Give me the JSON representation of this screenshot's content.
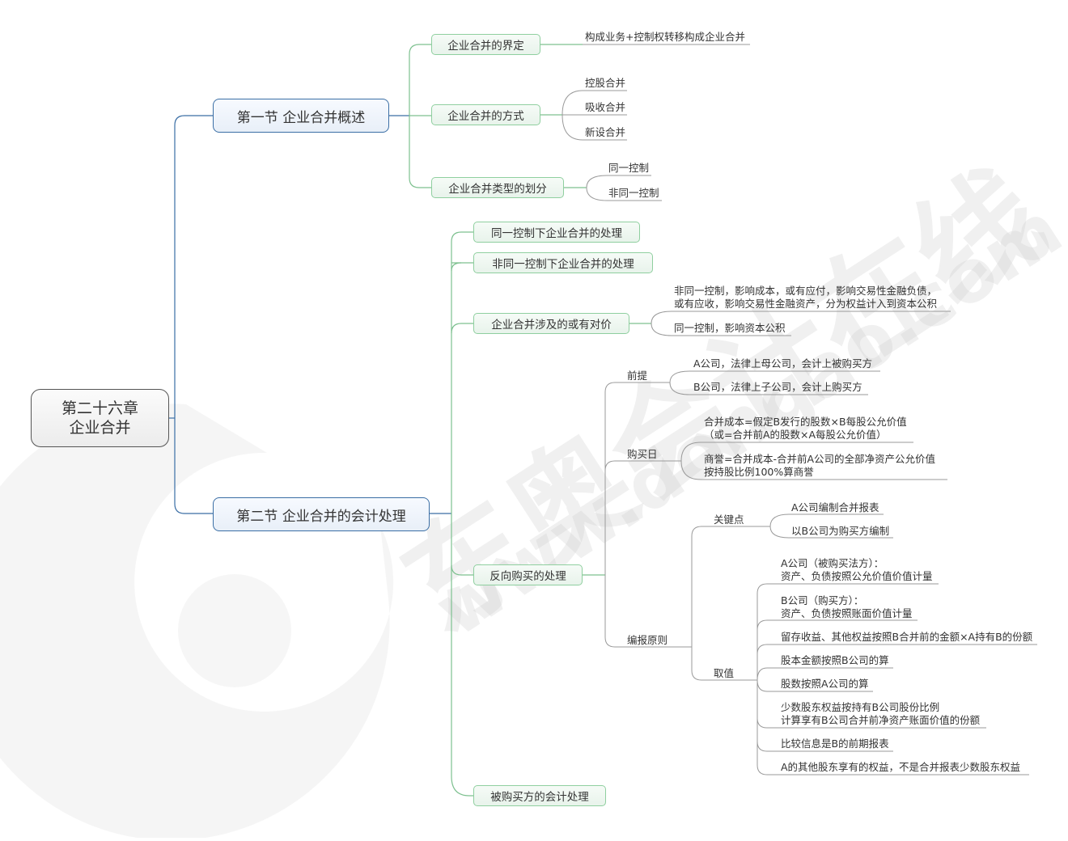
{
  "root": {
    "line1": "第二十六章",
    "line2": "企业合并"
  },
  "section1": {
    "title": "第一节 企业合并概述",
    "children": [
      {
        "label": "企业合并的界定",
        "leaves": [
          "构成业务+控制权转移构成企业合并"
        ]
      },
      {
        "label": "企业合并的方式",
        "leaves": [
          "控股合并",
          "吸收合并",
          "新设合并"
        ]
      },
      {
        "label": "企业合并类型的划分",
        "leaves": [
          "同一控制",
          "非同一控制"
        ]
      }
    ]
  },
  "section2": {
    "title": "第二节 企业合并的会计处理",
    "children": [
      {
        "label": "同一控制下企业合并的处理"
      },
      {
        "label": "非同一控制下企业合并的处理"
      },
      {
        "label": "企业合并涉及的或有对价",
        "leaves": [
          {
            "line1": "非同一控制，影响成本，或有应付，影响交易性金融负债，",
            "line2": "或有应收，影响交易性金融资产，分为权益计入到资本公积"
          },
          {
            "line1": "同一控制，影响资本公积"
          }
        ]
      },
      {
        "label": "反向购买的处理",
        "groups": [
          {
            "label": "前提",
            "leaves": [
              "A公司，法律上母公司，会计上被购买方",
              "B公司，法律上子公司，会计上购买方"
            ]
          },
          {
            "label": "购买日",
            "leaves": [
              {
                "line1": "合并成本=假定B发行的股数×B每股公允价值",
                "line2": "（或=合并前A的股数×A每股公允价值）"
              },
              {
                "line1": "商誉=合并成本-合并前A公司的全部净资产公允价值",
                "line2": "按持股比例100%算商誉"
              }
            ]
          },
          {
            "label": "编报原则",
            "subgroups": [
              {
                "label": "关键点",
                "leaves": [
                  "A公司编制合并报表",
                  "以B公司为购买方编制"
                ]
              },
              {
                "label": "取值",
                "leaves": [
                  {
                    "line1": "A公司（被购买法方）：",
                    "line2": "资产、负债按照公允价值价值计量"
                  },
                  {
                    "line1": "B公司（购买方）：",
                    "line2": "资产、负债按照账面价值计量"
                  },
                  {
                    "line1": "留存收益、其他权益按照B合并前的金额×A持有B的份额"
                  },
                  {
                    "line1": "股本金额按照B公司的算"
                  },
                  {
                    "line1": "股数按照A公司的算"
                  },
                  {
                    "line1": "少数股东权益按持有B公司股份比例",
                    "line2": "计算享有B公司合并前净资产账面价值的份额"
                  },
                  {
                    "line1": "比较信息是B的前期报表"
                  },
                  {
                    "line1": "A的其他股东享有的权益，不是合并报表少数股东权益"
                  }
                ]
              }
            ]
          }
        ]
      },
      {
        "label": "被购买方的会计处理"
      }
    ]
  },
  "watermark": {
    "brand": "东奥会计在线",
    "url": "www.dongao.com"
  },
  "colors": {
    "section_border": "#3a6ea5",
    "sub_border": "#8fcf9f",
    "green_line": "#7dc08f",
    "blue_line": "#3a6ea5",
    "gray_line": "#9a9a9a"
  }
}
